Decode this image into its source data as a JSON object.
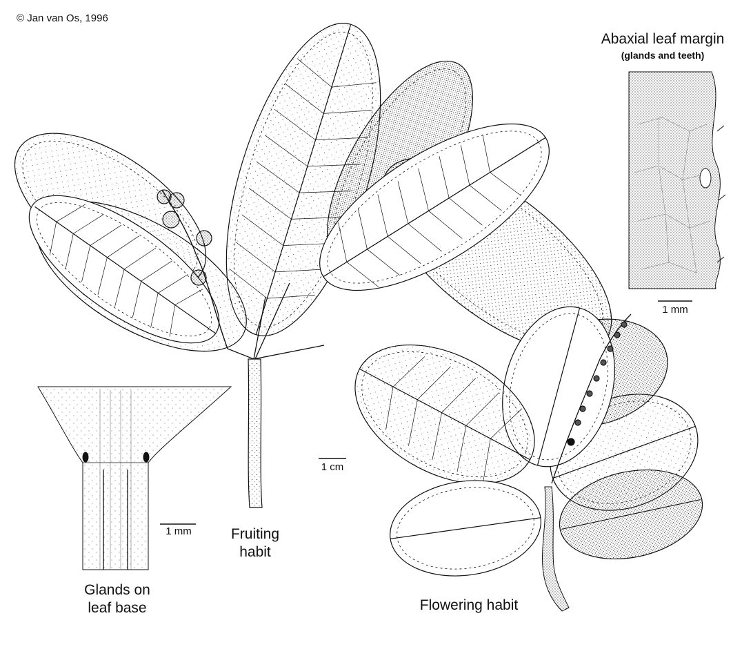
{
  "credit": "© Jan van Os, 1996",
  "panels": {
    "margin_detail": {
      "title": "Abaxial leaf margin",
      "subtitle": "(glands and teeth)",
      "scale_label": "1 mm"
    },
    "fruiting_habit": {
      "caption_line1": "Fruiting",
      "caption_line2": "habit",
      "scale_label": "1 cm"
    },
    "leaf_base": {
      "caption_line1": "Glands on",
      "caption_line2": "leaf base",
      "scale_label": "1 mm"
    },
    "flowering_habit": {
      "caption": "Flowering habit"
    }
  },
  "colors": {
    "ink": "#111111",
    "paper": "#ffffff"
  }
}
